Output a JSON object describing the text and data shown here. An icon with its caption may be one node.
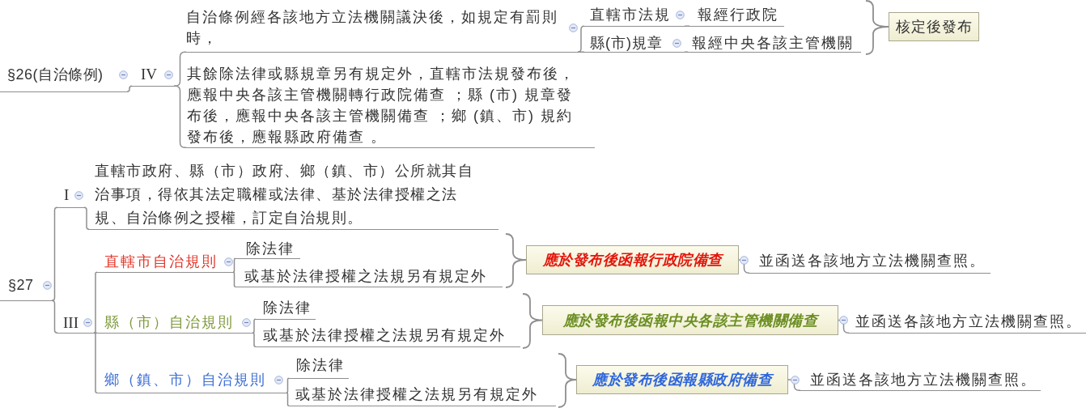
{
  "diagram": {
    "nodes": [
      {
        "text": [
          "§26(自治條例)"
        ]
      },
      {
        "text": [
          "IV"
        ]
      },
      {
        "text": [
          "自治條例經各該地方立法機關議決後，如規定有罰則時，"
        ]
      },
      {
        "text": [
          "直轄市法規"
        ]
      },
      {
        "text": [
          "報經行政院"
        ]
      },
      {
        "text": [
          "縣(市)規章"
        ]
      },
      {
        "text": [
          "報經中央各該主管機關"
        ]
      },
      {
        "text": [
          "核定後發布"
        ]
      },
      {
        "text": [
          "其餘除法律或縣規章另有規定外，直轄市法規發布後，應報中央各該主管機關轉行政院備查 ；縣 (市) 規章發布後，應報中央各該主管機關備查 ；鄉 (鎮、市) 規約發布後，應報縣政府備查 。"
        ]
      },
      {
        "text": [
          "§27"
        ]
      },
      {
        "text": [
          "I"
        ]
      },
      {
        "text": [
          "直轄市政府、縣（市）政府、鄉（鎮、市）公所就其自治事項，得依其法定職權或法律、基於法律授權之法規、自治條例之授權，訂定自治規則。"
        ]
      },
      {
        "text": [
          "III"
        ]
      },
      {
        "text": [
          "直轄市自治規則"
        ]
      },
      {
        "text": [
          "除法律"
        ]
      },
      {
        "text": [
          "或基於法律授權之法規另有規定外"
        ]
      },
      {
        "text": [
          "應於發布後函報行政院備查"
        ]
      },
      {
        "text": [
          "並函送各該地方立法機關查照。"
        ]
      },
      {
        "text": [
          "縣（市）自治規則"
        ]
      },
      {
        "text": [
          "除法律"
        ]
      },
      {
        "text": [
          "或基於法律授權之法規另有規定外"
        ]
      },
      {
        "text": [
          "應於發布後函報中央各該主管機關備查"
        ]
      },
      {
        "text": [
          "並函送各該地方立法機關查照。"
        ]
      },
      {
        "text": [
          "鄉（鎮、市）自治規則"
        ]
      },
      {
        "text": [
          "除法律"
        ]
      },
      {
        "text": [
          "或基於法律授權之法規另有規定外"
        ]
      },
      {
        "text": [
          "應於發布後函報縣政府備查"
        ]
      },
      {
        "text": [
          "並函送各該地方立法機關查照。"
        ]
      }
    ],
    "edges": [
      {
        "from": 0,
        "to": 1,
        "arrow": "none"
      },
      {
        "from": 1,
        "to": 2,
        "arrow": "none"
      },
      {
        "from": 2,
        "to": 3,
        "arrow": "none"
      },
      {
        "from": 3,
        "to": 4,
        "arrow": "none"
      },
      {
        "from": 2,
        "to": 5,
        "arrow": "none"
      },
      {
        "from": 5,
        "to": 6,
        "arrow": "none"
      },
      {
        "from": 6,
        "to": 7,
        "arrow": "none"
      },
      {
        "from": 1,
        "to": 8,
        "arrow": "none"
      },
      {
        "from": 9,
        "to": 10,
        "arrow": "none"
      },
      {
        "from": 10,
        "to": 11,
        "arrow": "none"
      },
      {
        "from": 9,
        "to": 12,
        "arrow": "none"
      },
      {
        "from": 12,
        "to": 13,
        "arrow": "none"
      },
      {
        "from": 13,
        "to": 14,
        "arrow": "none"
      },
      {
        "from": 13,
        "to": 15,
        "arrow": "none"
      },
      {
        "from": 15,
        "to": 16,
        "arrow": "none"
      },
      {
        "from": 16,
        "to": 17,
        "arrow": "none"
      },
      {
        "from": 12,
        "to": 18,
        "arrow": "none"
      },
      {
        "from": 18,
        "to": 19,
        "arrow": "none"
      },
      {
        "from": 18,
        "to": 20,
        "arrow": "none"
      },
      {
        "from": 20,
        "to": 21,
        "arrow": "none"
      },
      {
        "from": 21,
        "to": 22,
        "arrow": "none"
      },
      {
        "from": 12,
        "to": 23,
        "arrow": "none"
      },
      {
        "from": 23,
        "to": 24,
        "arrow": "none"
      },
      {
        "from": 23,
        "to": 25,
        "arrow": "none"
      },
      {
        "from": 25,
        "to": 26,
        "arrow": "none"
      },
      {
        "from": 26,
        "to": 27,
        "arrow": "none"
      }
    ]
  }
}
